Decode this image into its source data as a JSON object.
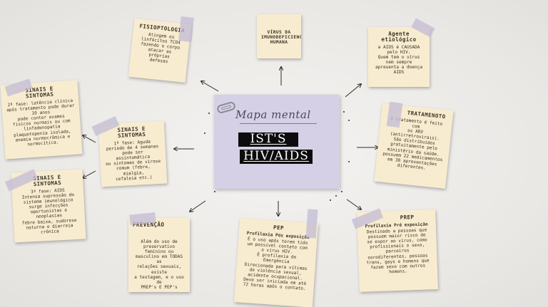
{
  "center": {
    "title": "Mapa mental",
    "label1": "IST'S",
    "label2": "HIV/AIDS"
  },
  "notes": {
    "fisiopatologia": {
      "title": "FISIOPTOLOGIA",
      "body": "Atingem os\nlinfócitos TCD4\nfazendo o corpo\natacar as\npróprias\ndefesas"
    },
    "virus": {
      "title": "VÍRUS DA\nIMUNODEFICIENCIA\nHUMANA"
    },
    "agente": {
      "title": "Agente\netiológico",
      "body": "a AIDS é CAUSADA\npelo HIV.\nQuem tem o vírus\nnem sempre\napresenta a doença\nAIDS"
    },
    "tratamento": {
      "title": "TRATAMENOTO",
      "body": "O tratamento é feito com\nos ARV\n(antirretrovirais).\nSão distribuidos\ngratuitamente pelo\nministério da saúde.\npossuem 22 medicamentos\nem 38 apresentações\ndiferentes."
    },
    "sinais2": {
      "title": "SINAIS E\nSINTOMAS",
      "body": "2ª fase: latência clínica\napós tratamento pode durar\n10 anos\npode conter exames\nfisicos normais ou com\nlinfadenopatia\nplaquetopenia isolada,\nanemia normocrômica e\nnormocítica."
    },
    "sinais1": {
      "title": "SINAIS E\nSINTOMAS",
      "body": "1ª fase: Aguda\nperiodo de 4 semanas\npode ser assintomática\nou sintomas de virose\ncomum (febre, mialgia,\ncefaleia etc.)"
    },
    "sinais3": {
      "title": "SINAIS E\nSINTOMAS",
      "body": "3ª fase: AIDS\nIntensa supressão do\nsistema imunológico\nsurge infecções\noportunistas e neoplasias\nfebre baixa, sudorese\nnoturna e diarreia\ncrônica"
    },
    "prevencao": {
      "title": "PREVENÇÃO",
      "body": "Além do uso de\npreservativo feminino ou\nmasculino em TODAS as\nrelações sexuais, existe\na testagem, e o uso de\nPREP's E PEP's"
    },
    "pep": {
      "title": "PEP",
      "subtitle": "Profilaxia Pós exposição",
      "body": "É o uso após terem tido\num possivel contato com\no vírus HIV.\nÉ profilaxia de\nEmergência\nDirecionada para vítimas\nde violência sexual,\nacidente ocupacional.\nDeve ser iniciada em até\n72 horas após o contato."
    },
    "prep": {
      "title": "PREP",
      "subtitle": "Profilaxia Pré exposição",
      "body": "Destinado a pessoas que\npossuem maior risco de\nse expor ao vírus, como\nprofissionais o sexo,\nparceiros\nsorodiferentes, pessoas\ntrans, gays e homens que\nfazem sexo com outros\nhomens."
    }
  },
  "colors": {
    "note": "#f8ecd0",
    "tape": "#c4bcd6",
    "center_card": "#d6d0e6",
    "label_bg": "#0c0c0c"
  }
}
